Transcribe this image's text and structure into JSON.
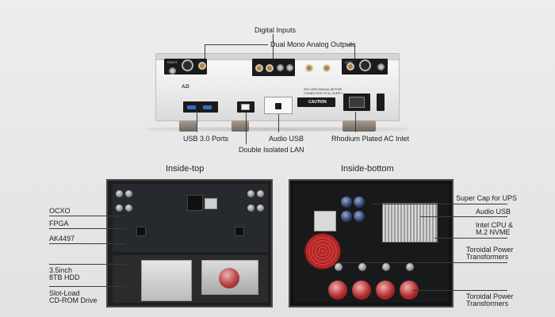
{
  "labels": {
    "digital_inputs": "Digital Inputs",
    "dual_mono": "Dual Mono Analog Outputs",
    "usb30": "USB 3.0 Ports",
    "lan": "Double Isolated LAN",
    "audio_usb_rear": "Audio USB",
    "ac_inlet": "Rhodium Plated AC Inlet",
    "inside_top": "Inside-top",
    "inside_bottom": "Inside-bottom",
    "ocxo": "OCXO",
    "fpga": "FPGA",
    "ak4497": "AK4497",
    "hdd_1": "3.5inch",
    "hdd_2": "8TB HDD",
    "cdrom_1": "Slot-Load",
    "cdrom_2": "CD-ROM Drive",
    "supercap": "Super Cap for UPS",
    "audio_usb_in": "Audio USB",
    "cpu_1": "Intel CPU &",
    "cpu_2": "M.2 NVME",
    "toroid1_1": "Toroidal Power",
    "toroid1_2": "Transformers",
    "toroid2_1": "Toroidal Power",
    "toroid2_2": "Transformers"
  },
  "panel": {
    "right": "RIGHT",
    "left": "LEFT",
    "brand": "AZI",
    "caution": "CAUTION",
    "warning_1": "SEE USER MANUAL BEFORE",
    "warning_2": "CONNECTING TO AC SUPPLY"
  }
}
